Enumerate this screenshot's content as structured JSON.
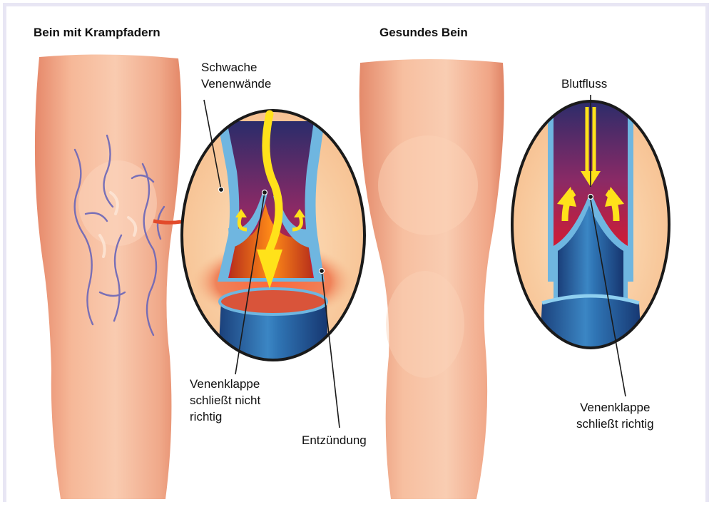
{
  "left_panel": {
    "title": "Bein mit Krampfadern",
    "labels": {
      "weak_walls": "Schwache\nVenenwände",
      "valve_not_closing": "Venenklappe\nschließt nicht\nrichtig",
      "inflammation": "Entzündung"
    }
  },
  "right_panel": {
    "title": "Gesundes Bein",
    "labels": {
      "blood_flow": "Blutfluss",
      "valve_closing": "Venenklappe\nschließt richtig"
    }
  },
  "colors": {
    "skin_light": "#f7c2a3",
    "skin_dark": "#e48868",
    "vein_wall": "#5aa8d8",
    "vein_blood_top": "#2a2c6a",
    "vein_blood_bottom": "#d01c34",
    "inflammation": "#e8451e",
    "arrow_yellow": "#ffe21a",
    "frame": "#e8e6f4"
  }
}
